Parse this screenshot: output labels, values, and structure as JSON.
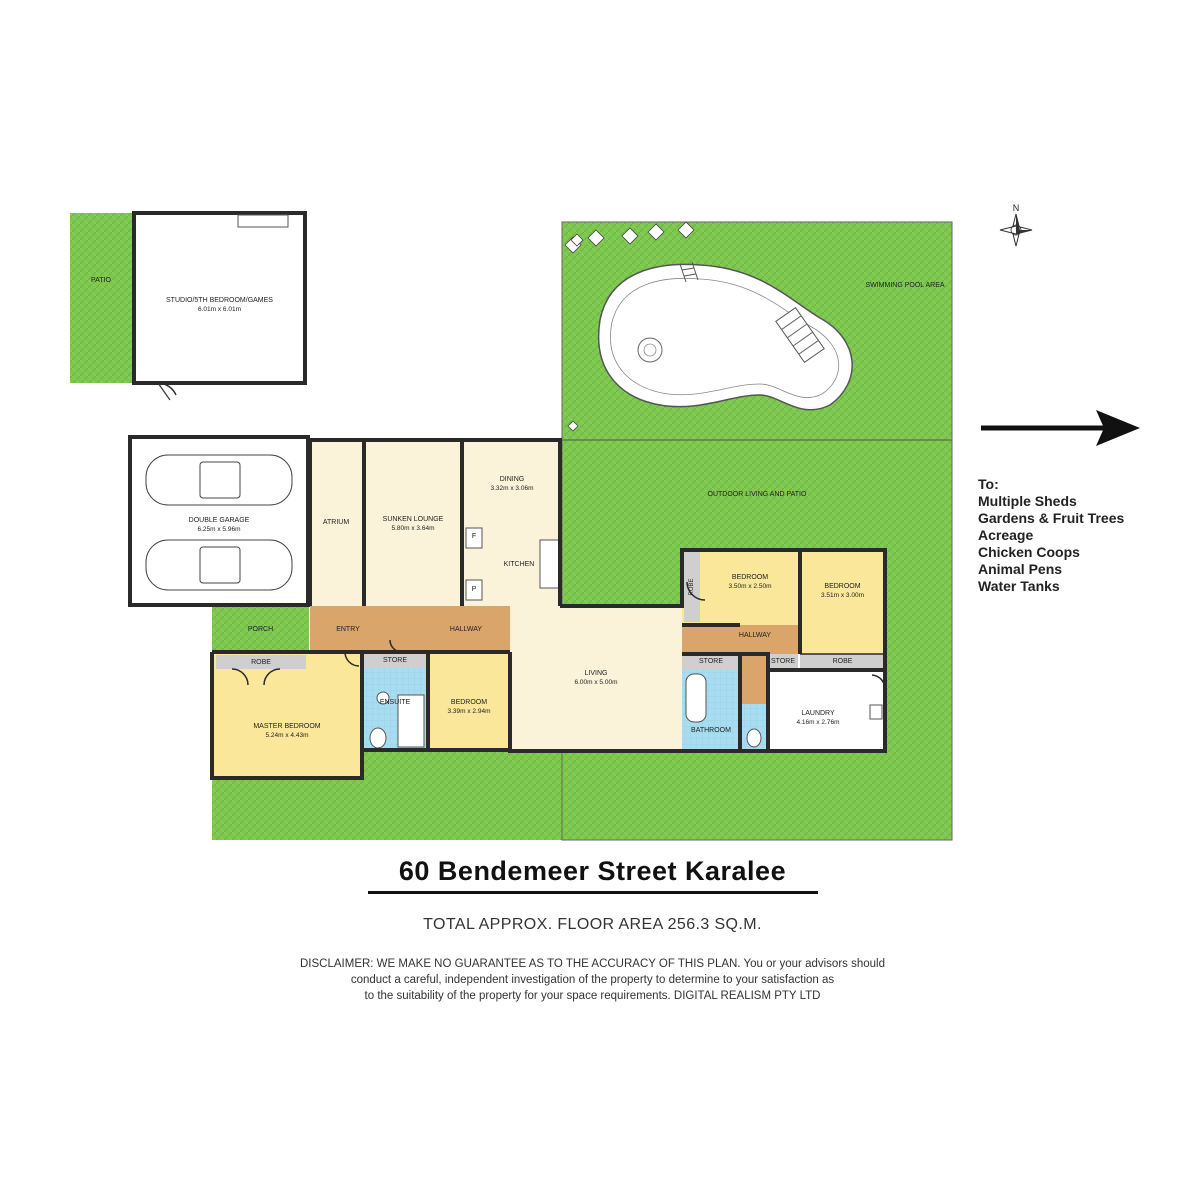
{
  "rooms": {
    "patio": "PATIO",
    "studio": "STUDIO/5TH BEDROOM/GAMES",
    "studio_dim": "6.01m x 6.01m",
    "swimming_pool_area": "SWIMMING POOL AREA",
    "double_garage": "DOUBLE GARAGE",
    "double_garage_dim": "6.25m x 5.96m",
    "atrium": "ATRIUM",
    "sunken_lounge": "SUNKEN LOUNGE",
    "sunken_lounge_dim": "5.80m x 3.64m",
    "dining": "DINING",
    "dining_dim": "3.32m x 3.06m",
    "kitchen": "KITCHEN",
    "fridge": "F",
    "pantry": "P",
    "outdoor_living": "OUTDOOR LIVING AND PATIO",
    "bedroom_ne1": "BEDROOM",
    "bedroom_ne1_dim": "3.50m x 2.50m",
    "robe_ne": "ROBE",
    "bedroom_ne2": "BEDROOM",
    "bedroom_ne2_dim": "3.51m x 3.00m",
    "porch": "PORCH",
    "entry": "ENTRY",
    "hallway_main": "HALLWAY",
    "hallway_east": "HALLWAY",
    "robe_master": "ROBE",
    "master_bedroom": "MASTER BEDROOM",
    "master_bedroom_dim": "5.24m x 4.43m",
    "store_ensuite": "STORE",
    "ensuite": "ENSUITE",
    "bedroom_mid": "BEDROOM",
    "bedroom_mid_dim": "3.39m x 2.94m",
    "living": "LIVING",
    "living_dim": "6.00m x 5.00m",
    "store_bath": "STORE",
    "bathroom": "BATHROOM",
    "store_laundry": "STORE",
    "robe_east": "ROBE",
    "laundry": "LAUNDRY",
    "laundry_dim": "4.16m x 2.76m"
  },
  "compass": {
    "north": "N"
  },
  "notes": {
    "heading": "To:",
    "items": [
      "Multiple Sheds",
      "Gardens & Fruit Trees",
      "Acreage",
      "Chicken Coops",
      "Animal Pens",
      "Water Tanks"
    ]
  },
  "title": "60 Bendemeer Street Karalee",
  "total_area": "TOTAL APPROX. FLOOR AREA 256.3 SQ.M.",
  "disclaimer": [
    "DISCLAIMER: WE MAKE NO GUARANTEE AS TO THE ACCURACY OF THIS PLAN. You or your advisors should",
    "conduct a careful, independent investigation of the property to determine to your satisfaction as",
    "to the suitability of the property for your space requirements. DIGITAL REALISM PTY LTD"
  ],
  "colors": {
    "grass": "#7ec850",
    "grass_dark": "#6ab63e",
    "room_cream": "#fbf3d9",
    "room_yellow": "#fbe79a",
    "hallway": "#d9a56a",
    "wet_area": "#a8dcf0",
    "store_grey": "#cfcfcf",
    "wall": "#2a2a2a"
  }
}
